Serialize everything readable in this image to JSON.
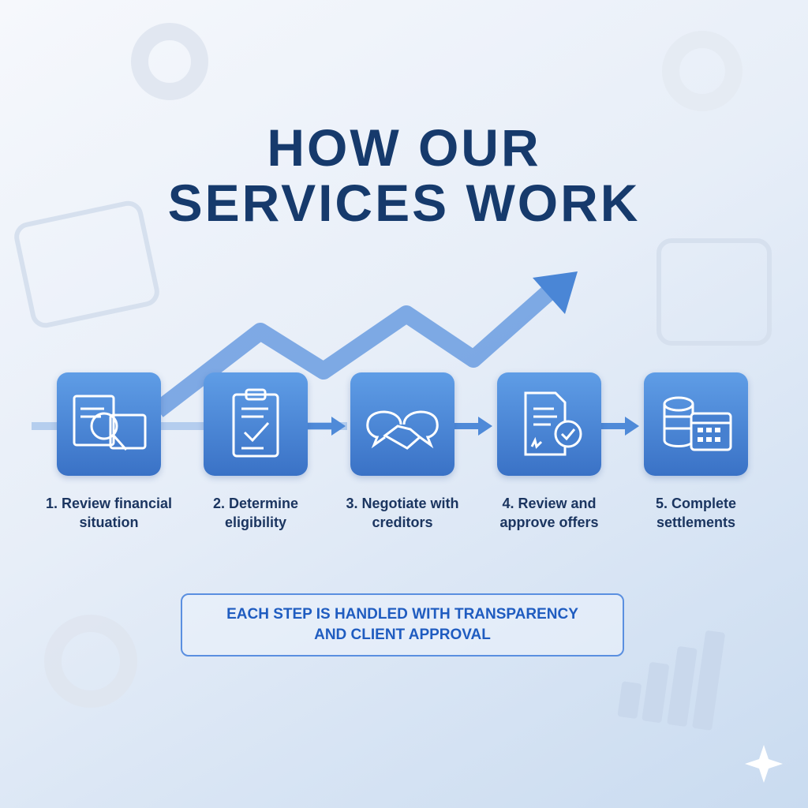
{
  "title": {
    "line1": "HOW OUR",
    "line2": "SERVICES WORK"
  },
  "steps": [
    {
      "label": "1. Review financial situation",
      "icon": "document-magnifier-calendar-icon"
    },
    {
      "label": "2. Determine eligibility",
      "icon": "clipboard-check-icon"
    },
    {
      "label": "3. Negotiate with creditors",
      "icon": "handshake-speech-bubbles-icon"
    },
    {
      "label": "4. Review and approve offers",
      "icon": "signed-document-check-icon"
    },
    {
      "label": "5. Complete settlements",
      "icon": "coins-calendar-icon"
    }
  ],
  "banner": {
    "line1": "EACH STEP IS HANDLED WITH TRANSPARENCY",
    "line2": "AND CLIENT APPROVAL"
  },
  "colors": {
    "title": "#163a6c",
    "box": "#4a86d6",
    "banner": "#1f5cc0"
  }
}
